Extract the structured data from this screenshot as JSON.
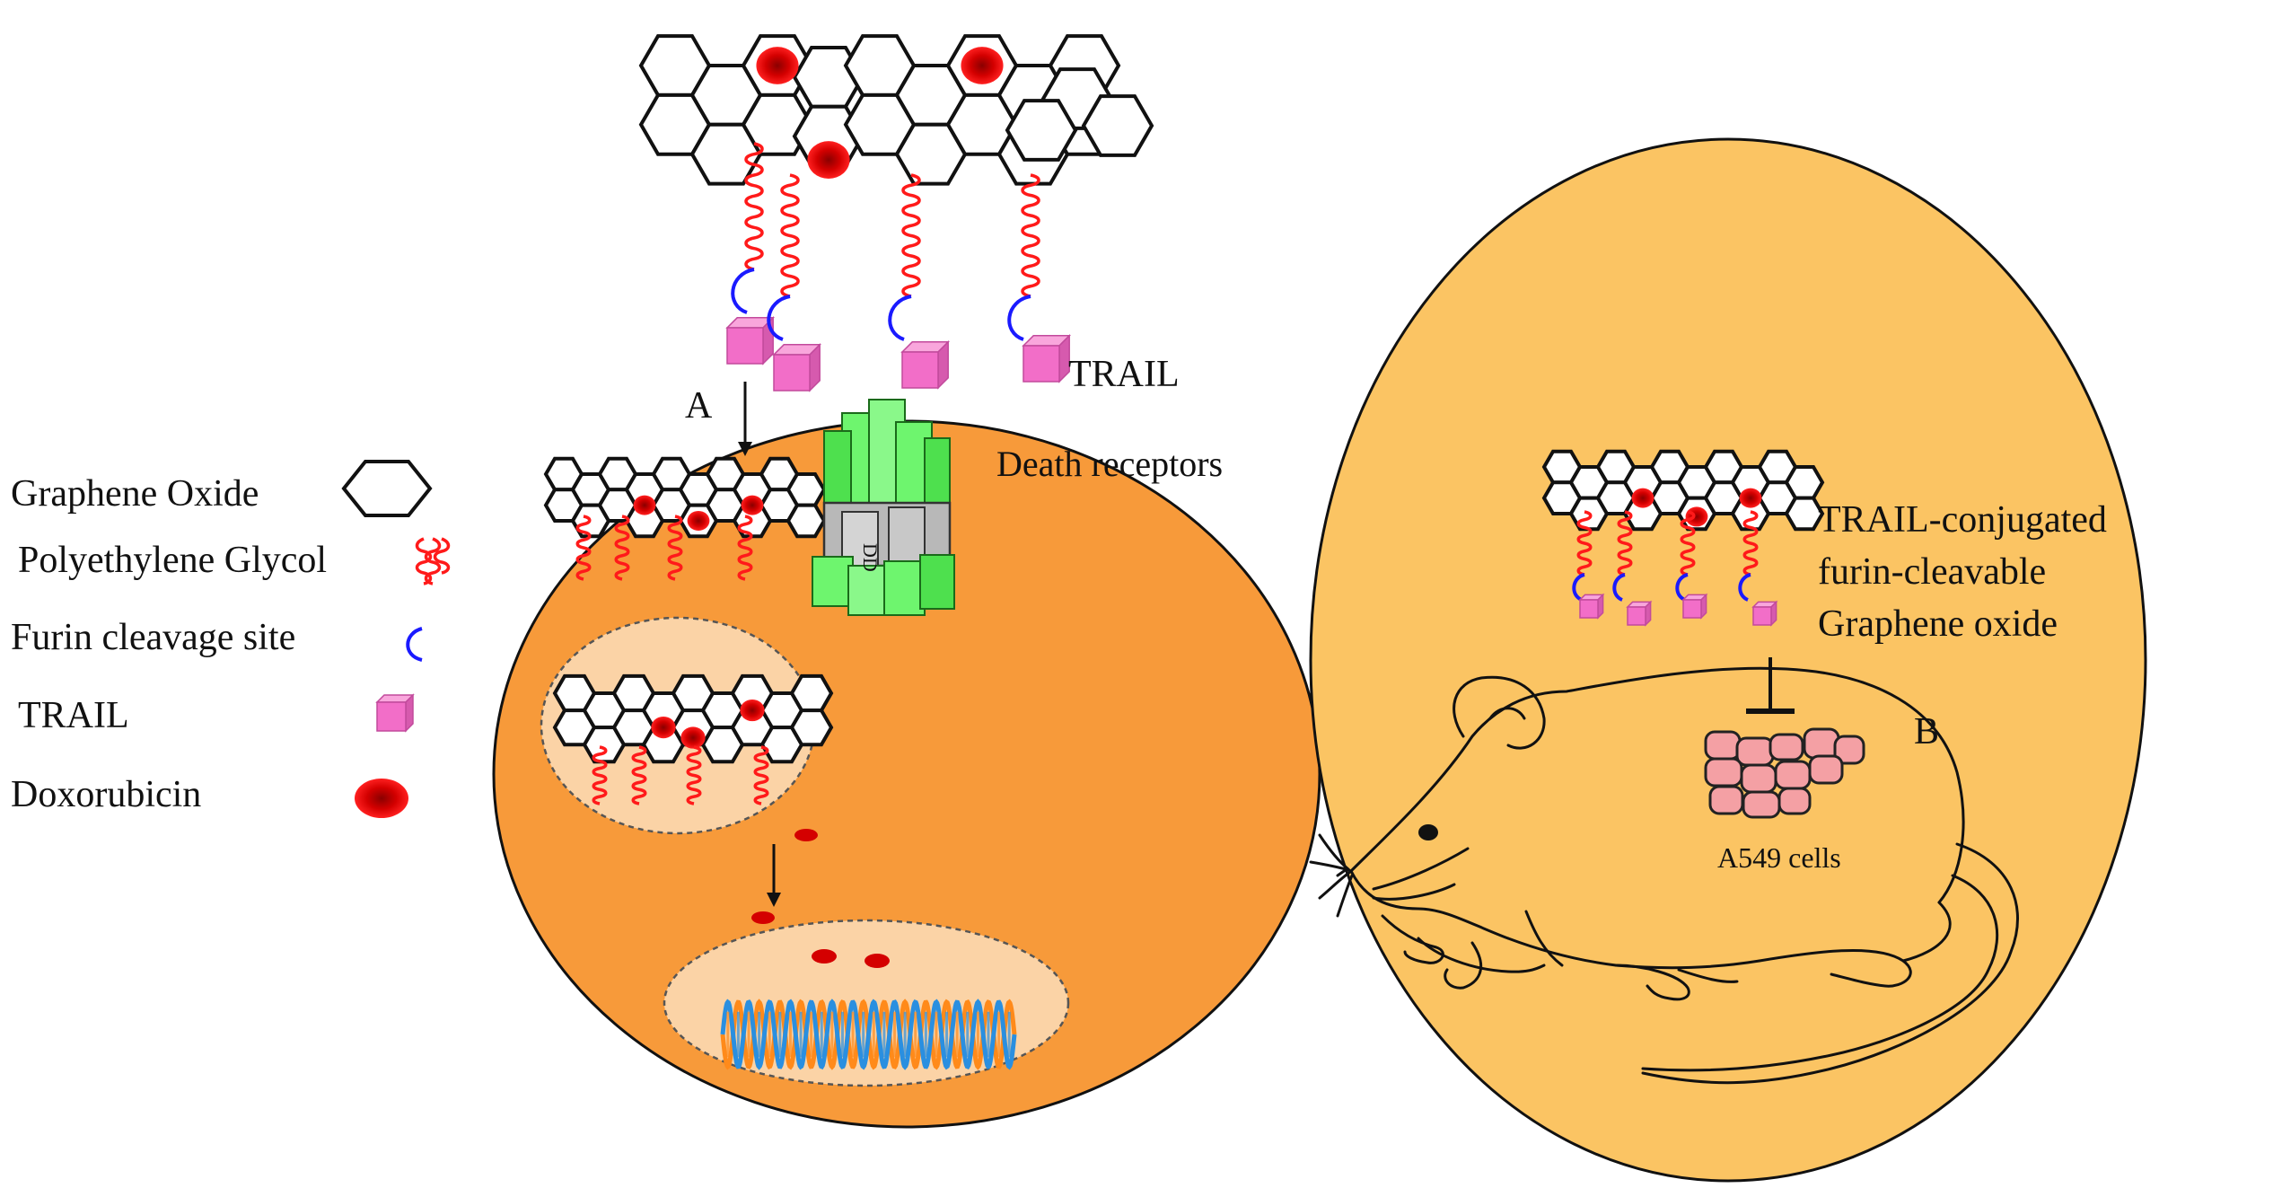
{
  "legend": {
    "graphene_oxide": "Graphene Oxide",
    "polyethylene_glycol": "Polyethylene Glycol",
    "furin_cleavage_site": "Furin cleavage site",
    "trail": "TRAIL",
    "doxorubicin": "Doxorubicin"
  },
  "panel_a": {
    "label": "A",
    "trail_label": "TRAIL",
    "death_receptors_label": "Death receptors",
    "receptor_text": "DD"
  },
  "panel_b": {
    "label": "B",
    "conjugate_line1": "TRAIL-conjugated",
    "conjugate_line2": "furin-cleavable",
    "conjugate_line3": "Graphene oxide",
    "cells_label": "A549 cells"
  },
  "colors": {
    "cell": "#f79a3a",
    "endosome": "#fbd3a6",
    "panel_b_bg": "#fbc463",
    "peg": "#ff1a1a",
    "furin": "#1a1aff",
    "trail": "#f26ec8",
    "doxorubicin": "#e00000",
    "receptor": "#6ef56e",
    "tumor": "#f4a0a4"
  },
  "icons": {
    "graphene_oxide": "hexagon-icon",
    "polyethylene_glycol": "coil-icon",
    "furin_cleavage_site": "arc-icon",
    "trail": "cube-icon",
    "doxorubicin": "red-dot-icon"
  }
}
